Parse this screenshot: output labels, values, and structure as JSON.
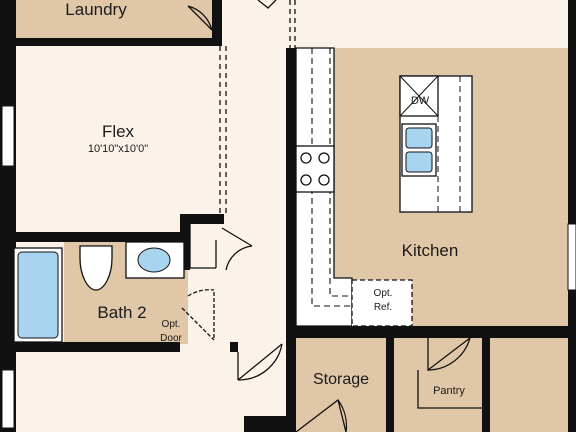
{
  "rooms": {
    "laundry": {
      "label": "Laundry"
    },
    "flex": {
      "label": "Flex",
      "dimensions": "10'10\"x10'0\""
    },
    "kitchen": {
      "label": "Kitchen"
    },
    "bath2": {
      "label": "Bath 2"
    },
    "storage": {
      "label": "Storage"
    },
    "pantry": {
      "label": "Pantry"
    }
  },
  "fixtures": {
    "dishwasher": {
      "label": "DW"
    },
    "refrigerator": {
      "label_line1": "Opt.",
      "label_line2": "Ref."
    },
    "bath_door": {
      "label_line1": "Opt.",
      "label_line2": "Door"
    }
  },
  "colors": {
    "wall": "#111111",
    "light_floor": "#fbf3ea",
    "tan_floor": "#dfc7a8",
    "fixture": "#ffffff",
    "water": "#a9d4ef",
    "counter": "#ffffff"
  }
}
